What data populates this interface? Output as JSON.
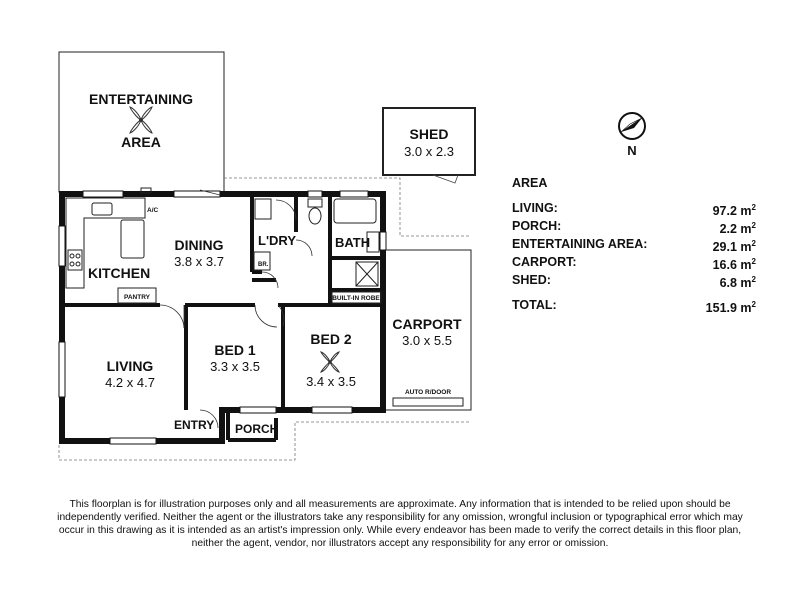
{
  "rooms": {
    "entertaining": {
      "line1": "ENTERTAINING",
      "line2": "AREA"
    },
    "shed": {
      "name": "SHED",
      "dim": "3.0 x 2.3"
    },
    "dining": {
      "name": "DINING",
      "dim": "3.8 x 3.7"
    },
    "kitchen": {
      "name": "KITCHEN"
    },
    "laundry": {
      "name": "L'DRY"
    },
    "bath": {
      "name": "BATH"
    },
    "carport": {
      "name": "CARPORT",
      "dim": "3.0 x 5.5"
    },
    "living": {
      "name": "LIVING",
      "dim": "4.2 x 4.7"
    },
    "bed1": {
      "name": "BED 1",
      "dim": "3.3 x 3.5"
    },
    "bed2": {
      "name": "BED 2",
      "dim": "3.4 x 3.5"
    },
    "entry": {
      "name": "ENTRY"
    },
    "porch": {
      "name": "PORCH"
    }
  },
  "small_labels": {
    "ac": "A/C",
    "pantry": "PANTRY",
    "br": "BR.",
    "robe": "BUILT-IN ROBE",
    "door": "AUTO R/DOOR"
  },
  "compass": {
    "label": "N"
  },
  "area_table": {
    "title": "AREA",
    "unit": "m",
    "unit_exp": "2",
    "rows": [
      {
        "label": "LIVING:",
        "value": "97.2"
      },
      {
        "label": "PORCH:",
        "value": "2.2"
      },
      {
        "label": "ENTERTAINING AREA:",
        "value": "29.1"
      },
      {
        "label": "CARPORT:",
        "value": "16.6"
      },
      {
        "label": "SHED:",
        "value": "6.8"
      }
    ],
    "total": {
      "label": "TOTAL:",
      "value": "151.9"
    }
  },
  "disclaimer": "This floorplan is for illustration purposes only and all measurements are approximate. Any information that is intended to be relied upon should be independently verified. Neither the agent or the illustrators take any responsibility for any omission, wrongful inclusion or typographical error which may occur in this drawing as it is intended as an artist's impression only. While every endeavor has been made to verify the correct details in this floor plan, neither the agent, vendor, nor illustrators accept any responsibility for any error or omission."
}
